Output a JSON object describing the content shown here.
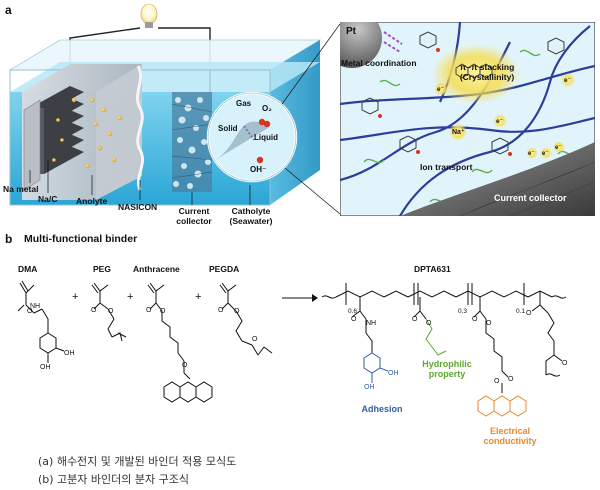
{
  "panel_a": {
    "letter": "a",
    "battery": {
      "na_metal": "Na metal",
      "na_c": "Na/C",
      "anolyte": "Anolyte",
      "nasicon": "NASICON",
      "current_collector": "Current\ncollector",
      "catholyte": "Catholyte\n(Seawater)",
      "gas": "Gas",
      "o2": "O₂",
      "solid": "Solid",
      "liquid": "Liquid",
      "oh": "OH⁻"
    },
    "zoom": {
      "pt": "Pt",
      "metal_coordination": "Metal coordination",
      "pi_stacking": "π–π stacking",
      "crystallinity": "(Crystallinity)",
      "na_plus": "Na⁺",
      "ion_transport": "Ion transport",
      "current_collector": "Current collector",
      "electron": "e⁻"
    }
  },
  "panel_b": {
    "letter": "b",
    "title": "Multi-functional binder",
    "molecules": {
      "dma": "DMA",
      "peg": "PEG",
      "anthracene": "Anthracene",
      "pegda": "PEGDA",
      "dpta": "DPTA631"
    },
    "plus": "+",
    "subscripts": [
      "0.6",
      "0.3",
      "0.1"
    ],
    "atoms": {
      "o": "O",
      "nh": "NH",
      "oh": "OH"
    },
    "properties": {
      "adhesion": "Adhesion",
      "hydrophilic": "Hydrophilic\nproperty",
      "electrical": "Electrical\nconductivity"
    },
    "colors": {
      "adhesion": "#2f5fa8",
      "hydrophilic": "#5aa832",
      "electrical": "#e8892a"
    }
  },
  "captions": [
    "(a) 해수전지 및 개발된 바인더 적용 모식도",
    "(b) 고분자 바인더의 분자 구조식"
  ]
}
